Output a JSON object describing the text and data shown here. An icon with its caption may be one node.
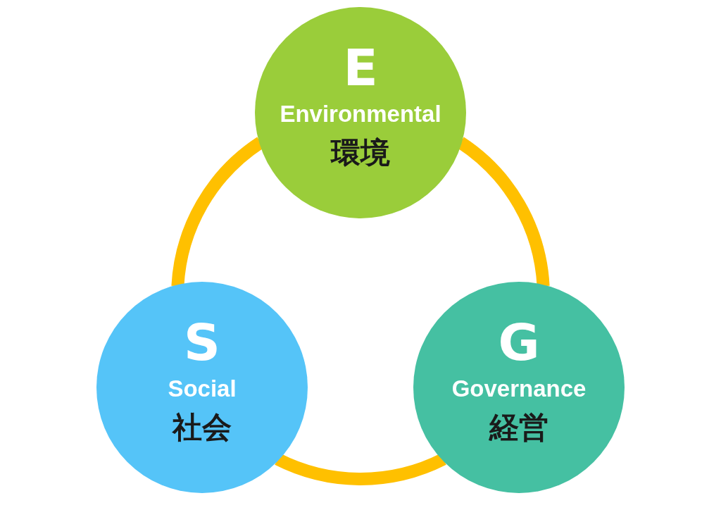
{
  "diagram": {
    "nodes": [
      {
        "text": [
          "E",
          "Environmental",
          "環境"
        ]
      },
      {
        "text": [
          "S",
          "Social",
          "社会"
        ]
      },
      {
        "text": [
          "G",
          "Governance",
          "経営"
        ]
      }
    ],
    "edges": [
      {
        "from": 0,
        "to": 2,
        "arrow": "none"
      },
      {
        "from": 2,
        "to": 1,
        "arrow": "none"
      },
      {
        "from": 1,
        "to": 0,
        "arrow": "none"
      }
    ]
  }
}
